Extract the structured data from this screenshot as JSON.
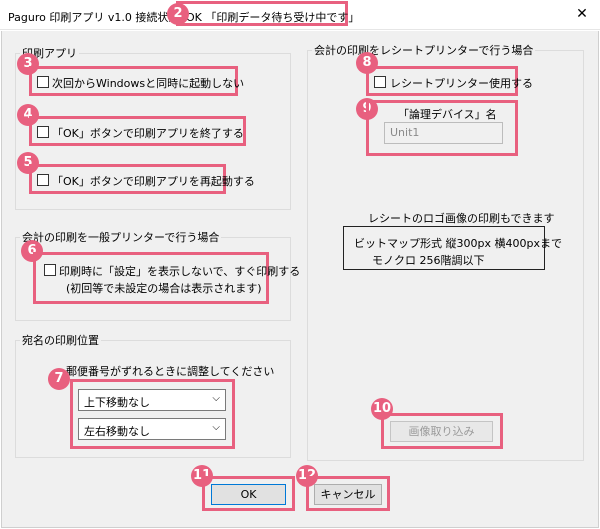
{
  "window": {
    "title": "Paguro 印刷アプリ v1.0  接続状態：",
    "status": "OK 「印刷データ待ち受け中です」",
    "close_label": "✕"
  },
  "badges": [
    "2",
    "3",
    "4",
    "5",
    "6",
    "7",
    "8",
    "9",
    "10",
    "11",
    "12"
  ],
  "print_app": {
    "group_label": "印刷アプリ",
    "chk_no_autostart": "次回からWindowsと同時に起動しない",
    "chk_exit_on_ok": "「OK」ボタンで印刷アプリを終了する",
    "chk_restart_on_ok": "「OK」ボタンで印刷アプリを再起動する"
  },
  "general_printer": {
    "group_label": "会計の印刷を一般プリンターで行う場合",
    "chk_print_direct_line1": "印刷時に「設定」を表示しないで、すぐ印刷する",
    "chk_print_direct_line2": "(初回等で未設定の場合は表示されます)"
  },
  "address_position": {
    "group_label": "宛名の印刷位置",
    "hint": "郵便番号がずれるときに調整してください",
    "vertical_select": "上下移動なし",
    "horizontal_select": "左右移動なし"
  },
  "receipt_printer": {
    "group_label": "会計の印刷をレシートプリンターで行う場合",
    "chk_use_receipt": "レシートプリンター使用する",
    "logical_device_label": "「論理デバイス」名",
    "logical_device_value": "Unit1",
    "logo_note": "レシートのロゴ画像の印刷もできます",
    "logo_spec_line1": "ビットマップ形式  縦300px  横400pxまで",
    "logo_spec_line2": "モノクロ 256階調以下",
    "import_image_button": "画像取り込み"
  },
  "footer": {
    "ok_button": "OK",
    "cancel_button": "キャンセル"
  }
}
